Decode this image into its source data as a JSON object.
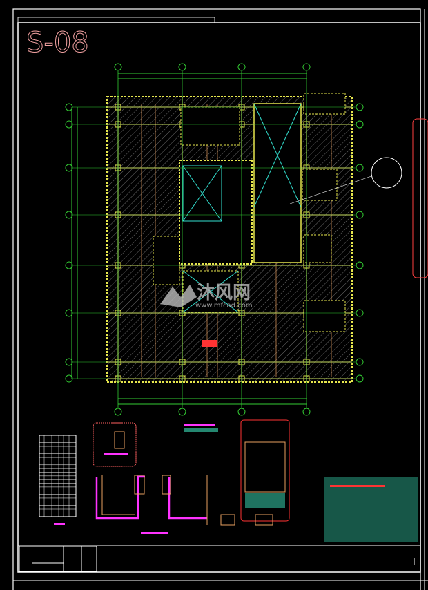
{
  "drawing": {
    "number": "S-08",
    "watermark_text": "沐风网",
    "watermark_url": "www.mfcad.com"
  },
  "colors": {
    "background": "#000000",
    "frame": "#ffffff",
    "grid": "#33cc33",
    "wall": "#e6e64d",
    "hatch": "#a0a0a0",
    "beam": "#e8a060",
    "title": "#f0a0a0",
    "magenta": "#ff33ff",
    "cyan": "#33e0d0",
    "red": "#ff3333"
  }
}
